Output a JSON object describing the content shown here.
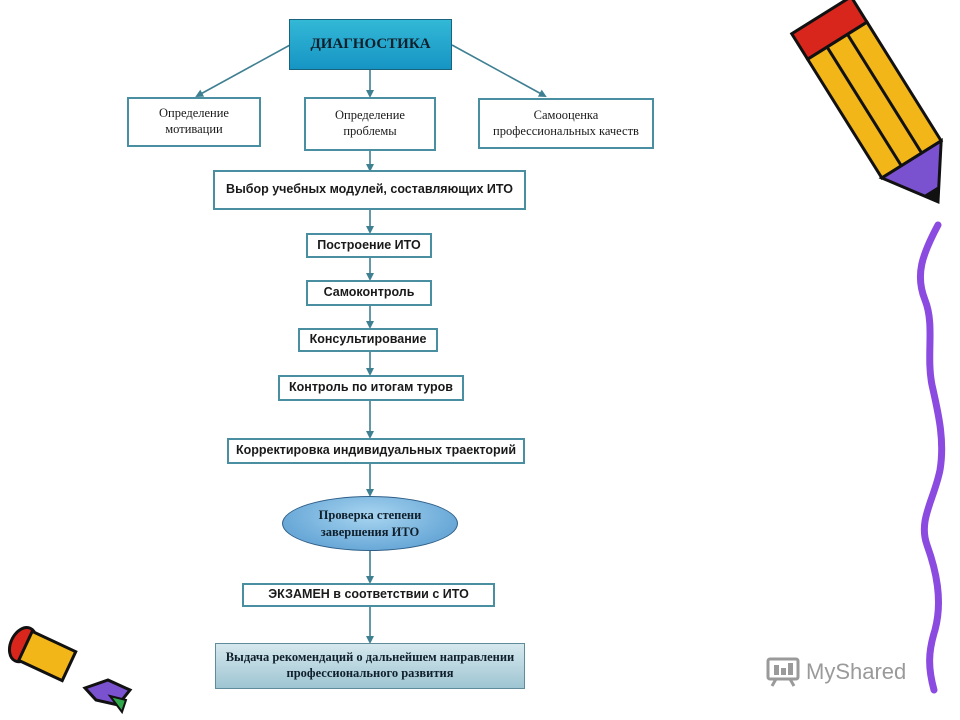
{
  "flowchart": {
    "header": "ДИАГНОСТИКА",
    "top_row": [
      "Определение мотивации",
      "Определение проблемы",
      "Самооценка профессиональных качеств"
    ],
    "steps": [
      "Выбор учебных модулей, составляющих ИТО",
      "Построение ИТО",
      "Самоконтроль",
      "Консультирование",
      "Контроль по итогам туров",
      "Корректировка индивидуальных траекторий"
    ],
    "check": "Проверка степени завершения ИТО",
    "exam": "ЭКЗАМЕН в соответствии с ИТО",
    "final": "Выдача рекомендаций о дальнейшем направлении профессионального развития"
  },
  "watermark": {
    "text": "MyShared",
    "icon": "presentation-board-icon"
  },
  "decorations": {
    "pencil_top_right": "pencil-icon",
    "pencil_bottom_left": "pencil-icon",
    "scribble": "purple-wavy-line",
    "colors": {
      "accent": "#4a8ea1",
      "header": "#1695c4",
      "arrow": "#3f7f92",
      "pencil_yellow": "#f2b619",
      "pencil_red": "#d8261c",
      "scribble_purple": "#8b4be0"
    }
  }
}
